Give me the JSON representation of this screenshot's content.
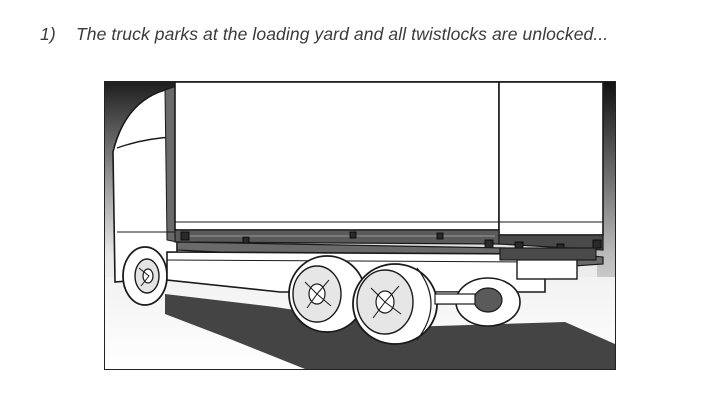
{
  "slide": {
    "step_number": "1)",
    "caption": "The truck parks at the loading yard and all twistlocks are unlocked..."
  },
  "figure": {
    "subject": "truck-with-container-illustration",
    "colors": {
      "outline": "#1a1a1a",
      "shadow": "#3a3a3a",
      "container": "#ffffff",
      "chassis": "#5a5a5a"
    }
  }
}
